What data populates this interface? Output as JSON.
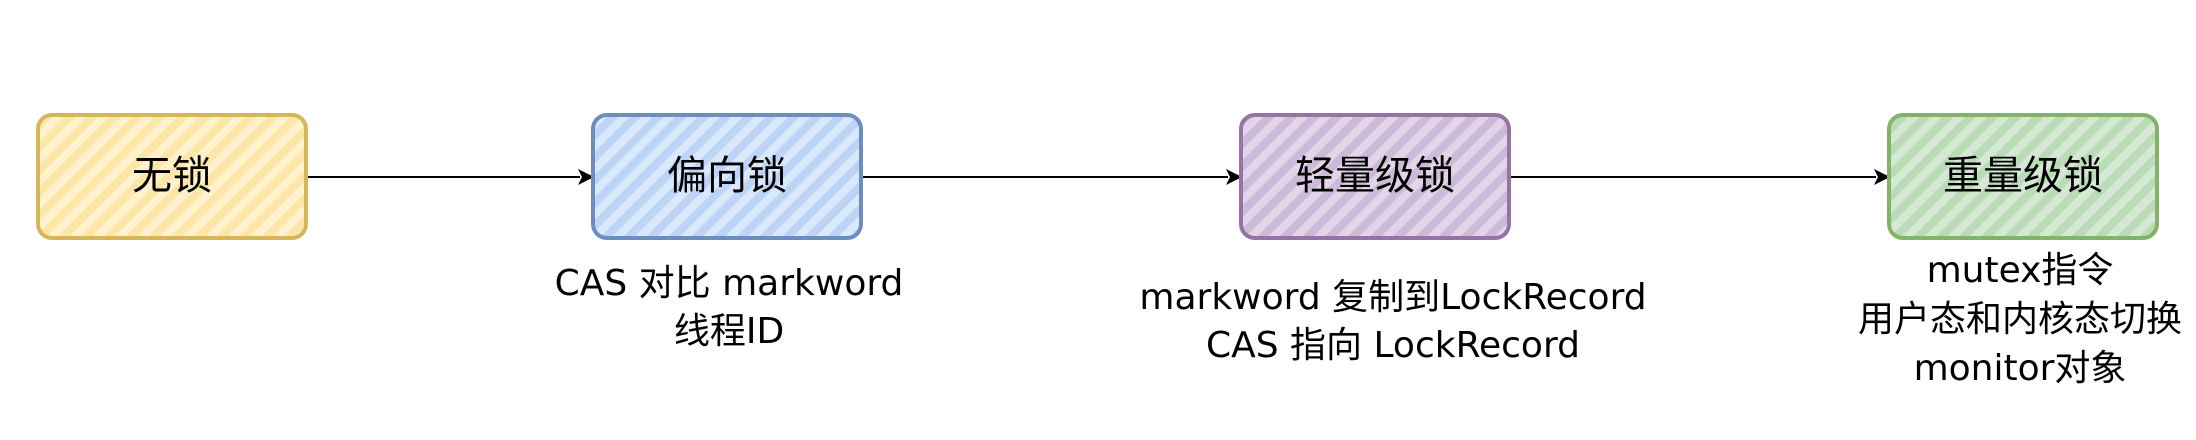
{
  "nodes": [
    {
      "id": "no-lock",
      "label": "无锁",
      "fill": "#fff2cc",
      "hatch": "#fde6a8",
      "stroke": "#d6b656",
      "notes": []
    },
    {
      "id": "biased-lock",
      "label": "偏向锁",
      "fill": "#dae8fc",
      "hatch": "#bcd4f6",
      "stroke": "#6c8ebf",
      "notes": [
        "CAS 对比 markword",
        "线程ID"
      ]
    },
    {
      "id": "lightweight-lock",
      "label": "轻量级锁",
      "fill": "#e1d5e7",
      "hatch": "#cdb9d8",
      "stroke": "#9673a6",
      "notes": [
        "markword 复制到LockRecord",
        "CAS 指向 LockRecord"
      ]
    },
    {
      "id": "heavyweight-lock",
      "label": "重量级锁",
      "fill": "#d5e8d4",
      "hatch": "#b9dbb5",
      "stroke": "#82b366",
      "notes": [
        "mutex指令",
        "用户态和内核态切换",
        "monitor对象"
      ]
    }
  ],
  "edges": [
    {
      "from": "no-lock",
      "to": "biased-lock"
    },
    {
      "from": "biased-lock",
      "to": "lightweight-lock"
    },
    {
      "from": "lightweight-lock",
      "to": "heavyweight-lock"
    }
  ]
}
